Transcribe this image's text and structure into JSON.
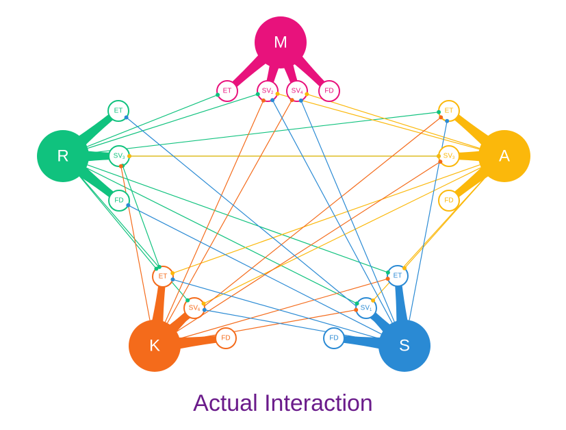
{
  "title": "Actual Interaction",
  "colors": {
    "M": "#e8127c",
    "R": "#10c27e",
    "A": "#fbb80b",
    "K": "#f46b1b",
    "S": "#2a8ad4"
  },
  "hubs": [
    {
      "id": "M",
      "label": "M"
    },
    {
      "id": "R",
      "label": "R"
    },
    {
      "id": "A",
      "label": "A"
    },
    {
      "id": "K",
      "label": "K"
    },
    {
      "id": "S",
      "label": "S"
    }
  ],
  "nodes": [
    {
      "id": "M-ET",
      "hub": "M",
      "label": "ET"
    },
    {
      "id": "M-SV",
      "hub": "M",
      "label": "SV",
      "sub": "2"
    },
    {
      "id": "M-SV4",
      "hub": "M",
      "label": "SV",
      "sub": "4"
    },
    {
      "id": "M-FD",
      "hub": "M",
      "label": "FD"
    },
    {
      "id": "R-ET",
      "hub": "R",
      "label": "ET"
    },
    {
      "id": "R-SV",
      "hub": "R",
      "label": "SV",
      "sub": "3"
    },
    {
      "id": "R-FD",
      "hub": "R",
      "label": "FD"
    },
    {
      "id": "A-ET",
      "hub": "A",
      "label": "ET"
    },
    {
      "id": "A-SV",
      "hub": "A",
      "label": "SV",
      "sub": "3"
    },
    {
      "id": "A-FD",
      "hub": "A",
      "label": "FD"
    },
    {
      "id": "K-ET",
      "hub": "K",
      "label": "ET"
    },
    {
      "id": "K-SV",
      "hub": "K",
      "label": "SV",
      "sub": "6"
    },
    {
      "id": "K-FD",
      "hub": "K",
      "label": "FD"
    },
    {
      "id": "S-ET",
      "hub": "S",
      "label": "ET"
    },
    {
      "id": "S-SV",
      "hub": "S",
      "label": "SV",
      "sub": "1"
    },
    {
      "id": "S-FD",
      "hub": "S",
      "label": "FD"
    }
  ],
  "edges": [
    {
      "from": "R",
      "to": "M-ET",
      "color": "R"
    },
    {
      "from": "R",
      "to": "M-SV",
      "color": "R"
    },
    {
      "from": "R",
      "to": "A-ET",
      "color": "R"
    },
    {
      "from": "R-SV",
      "to": "A-SV",
      "color": "R"
    },
    {
      "from": "R",
      "to": "S-ET",
      "color": "R"
    },
    {
      "from": "R",
      "to": "S-SV",
      "color": "R"
    },
    {
      "from": "R",
      "to": "K-ET",
      "color": "R"
    },
    {
      "from": "R",
      "to": "K-SV",
      "color": "R"
    },
    {
      "from": "R-SV",
      "to": "K-ET",
      "color": "R"
    },
    {
      "from": "M-SV",
      "to": "A",
      "color": "A"
    },
    {
      "from": "M-SV4",
      "to": "A",
      "color": "A"
    },
    {
      "from": "A",
      "to": "K-ET",
      "color": "A"
    },
    {
      "from": "A",
      "to": "K-SV",
      "color": "A"
    },
    {
      "from": "A-SV",
      "to": "R-SV",
      "color": "A"
    },
    {
      "from": "A",
      "to": "S-ET",
      "color": "A"
    },
    {
      "from": "A",
      "to": "S-SV",
      "color": "A"
    },
    {
      "from": "K",
      "to": "M-SV",
      "color": "K"
    },
    {
      "from": "K",
      "to": "M-SV4",
      "color": "K"
    },
    {
      "from": "K",
      "to": "A-ET",
      "color": "K"
    },
    {
      "from": "K",
      "to": "A-SV",
      "color": "K"
    },
    {
      "from": "K",
      "to": "S-ET",
      "color": "K"
    },
    {
      "from": "K",
      "to": "S-SV",
      "color": "K"
    },
    {
      "from": "K",
      "to": "R-SV",
      "color": "K"
    },
    {
      "from": "S",
      "to": "M-SV4",
      "color": "S"
    },
    {
      "from": "S",
      "to": "A-ET",
      "color": "S"
    },
    {
      "from": "S",
      "to": "R-ET",
      "color": "S"
    },
    {
      "from": "S",
      "to": "R-FD",
      "color": "S"
    },
    {
      "from": "S",
      "to": "K-ET",
      "color": "S"
    },
    {
      "from": "S",
      "to": "K-SV",
      "color": "S"
    },
    {
      "from": "S",
      "to": "M-SV",
      "color": "S"
    }
  ]
}
